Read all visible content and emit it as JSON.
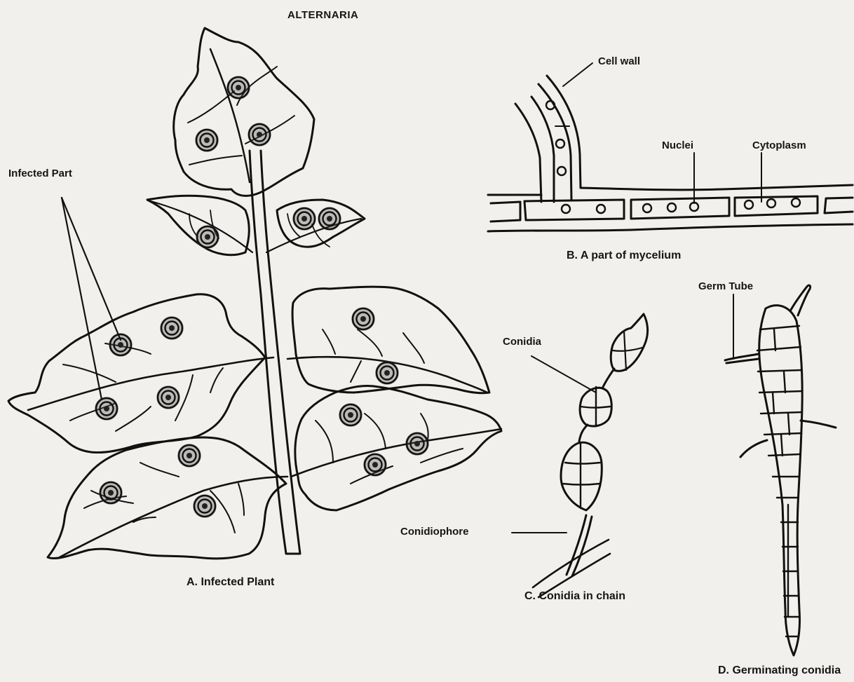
{
  "title": "ALTERNARIA",
  "labels": {
    "infected_part": "Infected Part",
    "cell_wall": "Cell wall",
    "nuclei": "Nuclei",
    "cytoplasm": "Cytoplasm",
    "germ_tube": "Germ Tube",
    "conidia": "Conidia",
    "conidiophore": "Conidiophore"
  },
  "captions": {
    "a": "A. Infected Plant",
    "b": "B. A part of mycelium",
    "c": "C. Conidia in chain",
    "d": "D. Germinating conidia"
  },
  "colors": {
    "background": "#f1f0ec",
    "ink": "#151515",
    "lesion": "#555555"
  }
}
